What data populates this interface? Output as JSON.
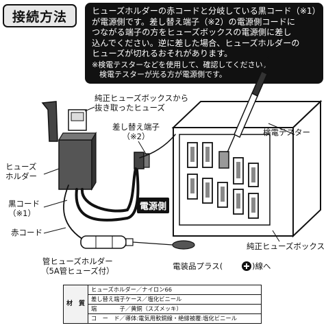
{
  "header": {
    "tag": "接続方法"
  },
  "instructions": {
    "lines": [
      "ヒューズホルダーの赤コードと分岐している黒コード（※1）",
      "が電源側です。差し替え端子（※2）の電源側コードに",
      "つながる端子の方をヒューズボックスの電源側に差し",
      "込んでください。逆に差した場合、ヒューズホルダーの",
      "ヒューズが切れるおそれがあります。"
    ],
    "notes": [
      "※検電テスターなどを使用して、確認してください。",
      "　検電テスターが光る方が電源側です。"
    ]
  },
  "labels": {
    "pulled_fuse": [
      "純正ヒューズボックスから",
      "抜き取ったヒューズ"
    ],
    "terminal": [
      "差し替え端子",
      "（※2）"
    ],
    "tester": "検電テスター",
    "holder": [
      "ヒューズ",
      "ホルダー"
    ],
    "black_cord": [
      "黒コード",
      "（※1）"
    ],
    "red_cord": "赤コード",
    "power_side": "電源側",
    "fuse_box": "純正ヒューズボックス",
    "tube_holder": [
      "管ヒューズホルダー",
      "（5A管ヒューズ付）"
    ],
    "plus_line": [
      "電装品プラス(",
      ")線へ"
    ]
  },
  "spec": {
    "header": "材　質",
    "rows": [
      "ヒューズホルダー／ナイロン66",
      "差し替え端子ケース／塩化ビニール",
      "端　　　　子／黄銅（スズメッキ）",
      "コ　ー　ド／導体:電気用軟銅線・絶縁被覆:塩化ビニール"
    ]
  }
}
